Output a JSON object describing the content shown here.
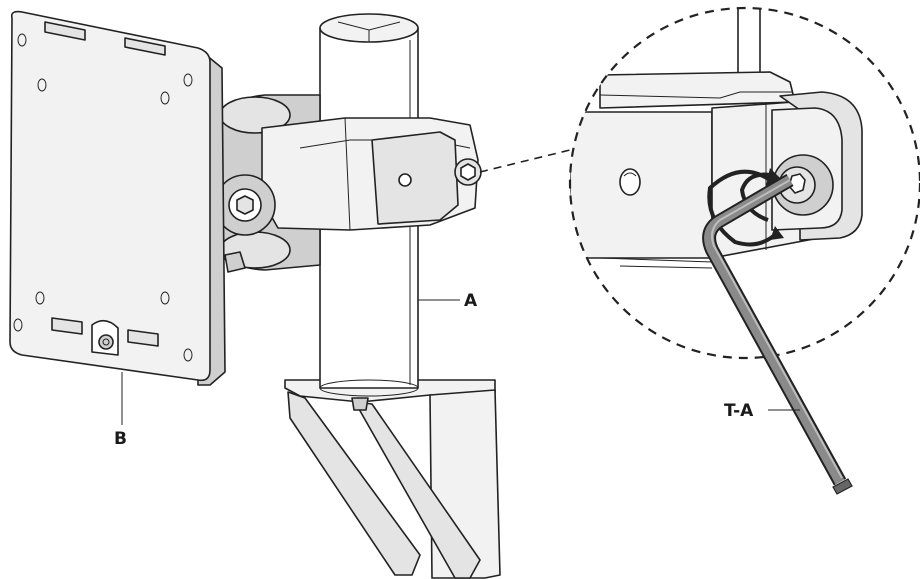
{
  "labels": {
    "pole": "A",
    "plate_screw": "B",
    "tool": "T-A"
  },
  "colors": {
    "line": "#222222",
    "light": "#f2f2f2",
    "medium": "#e4e4e4",
    "dark": "#cfcfcf",
    "wrench": "#8a8a8a"
  }
}
